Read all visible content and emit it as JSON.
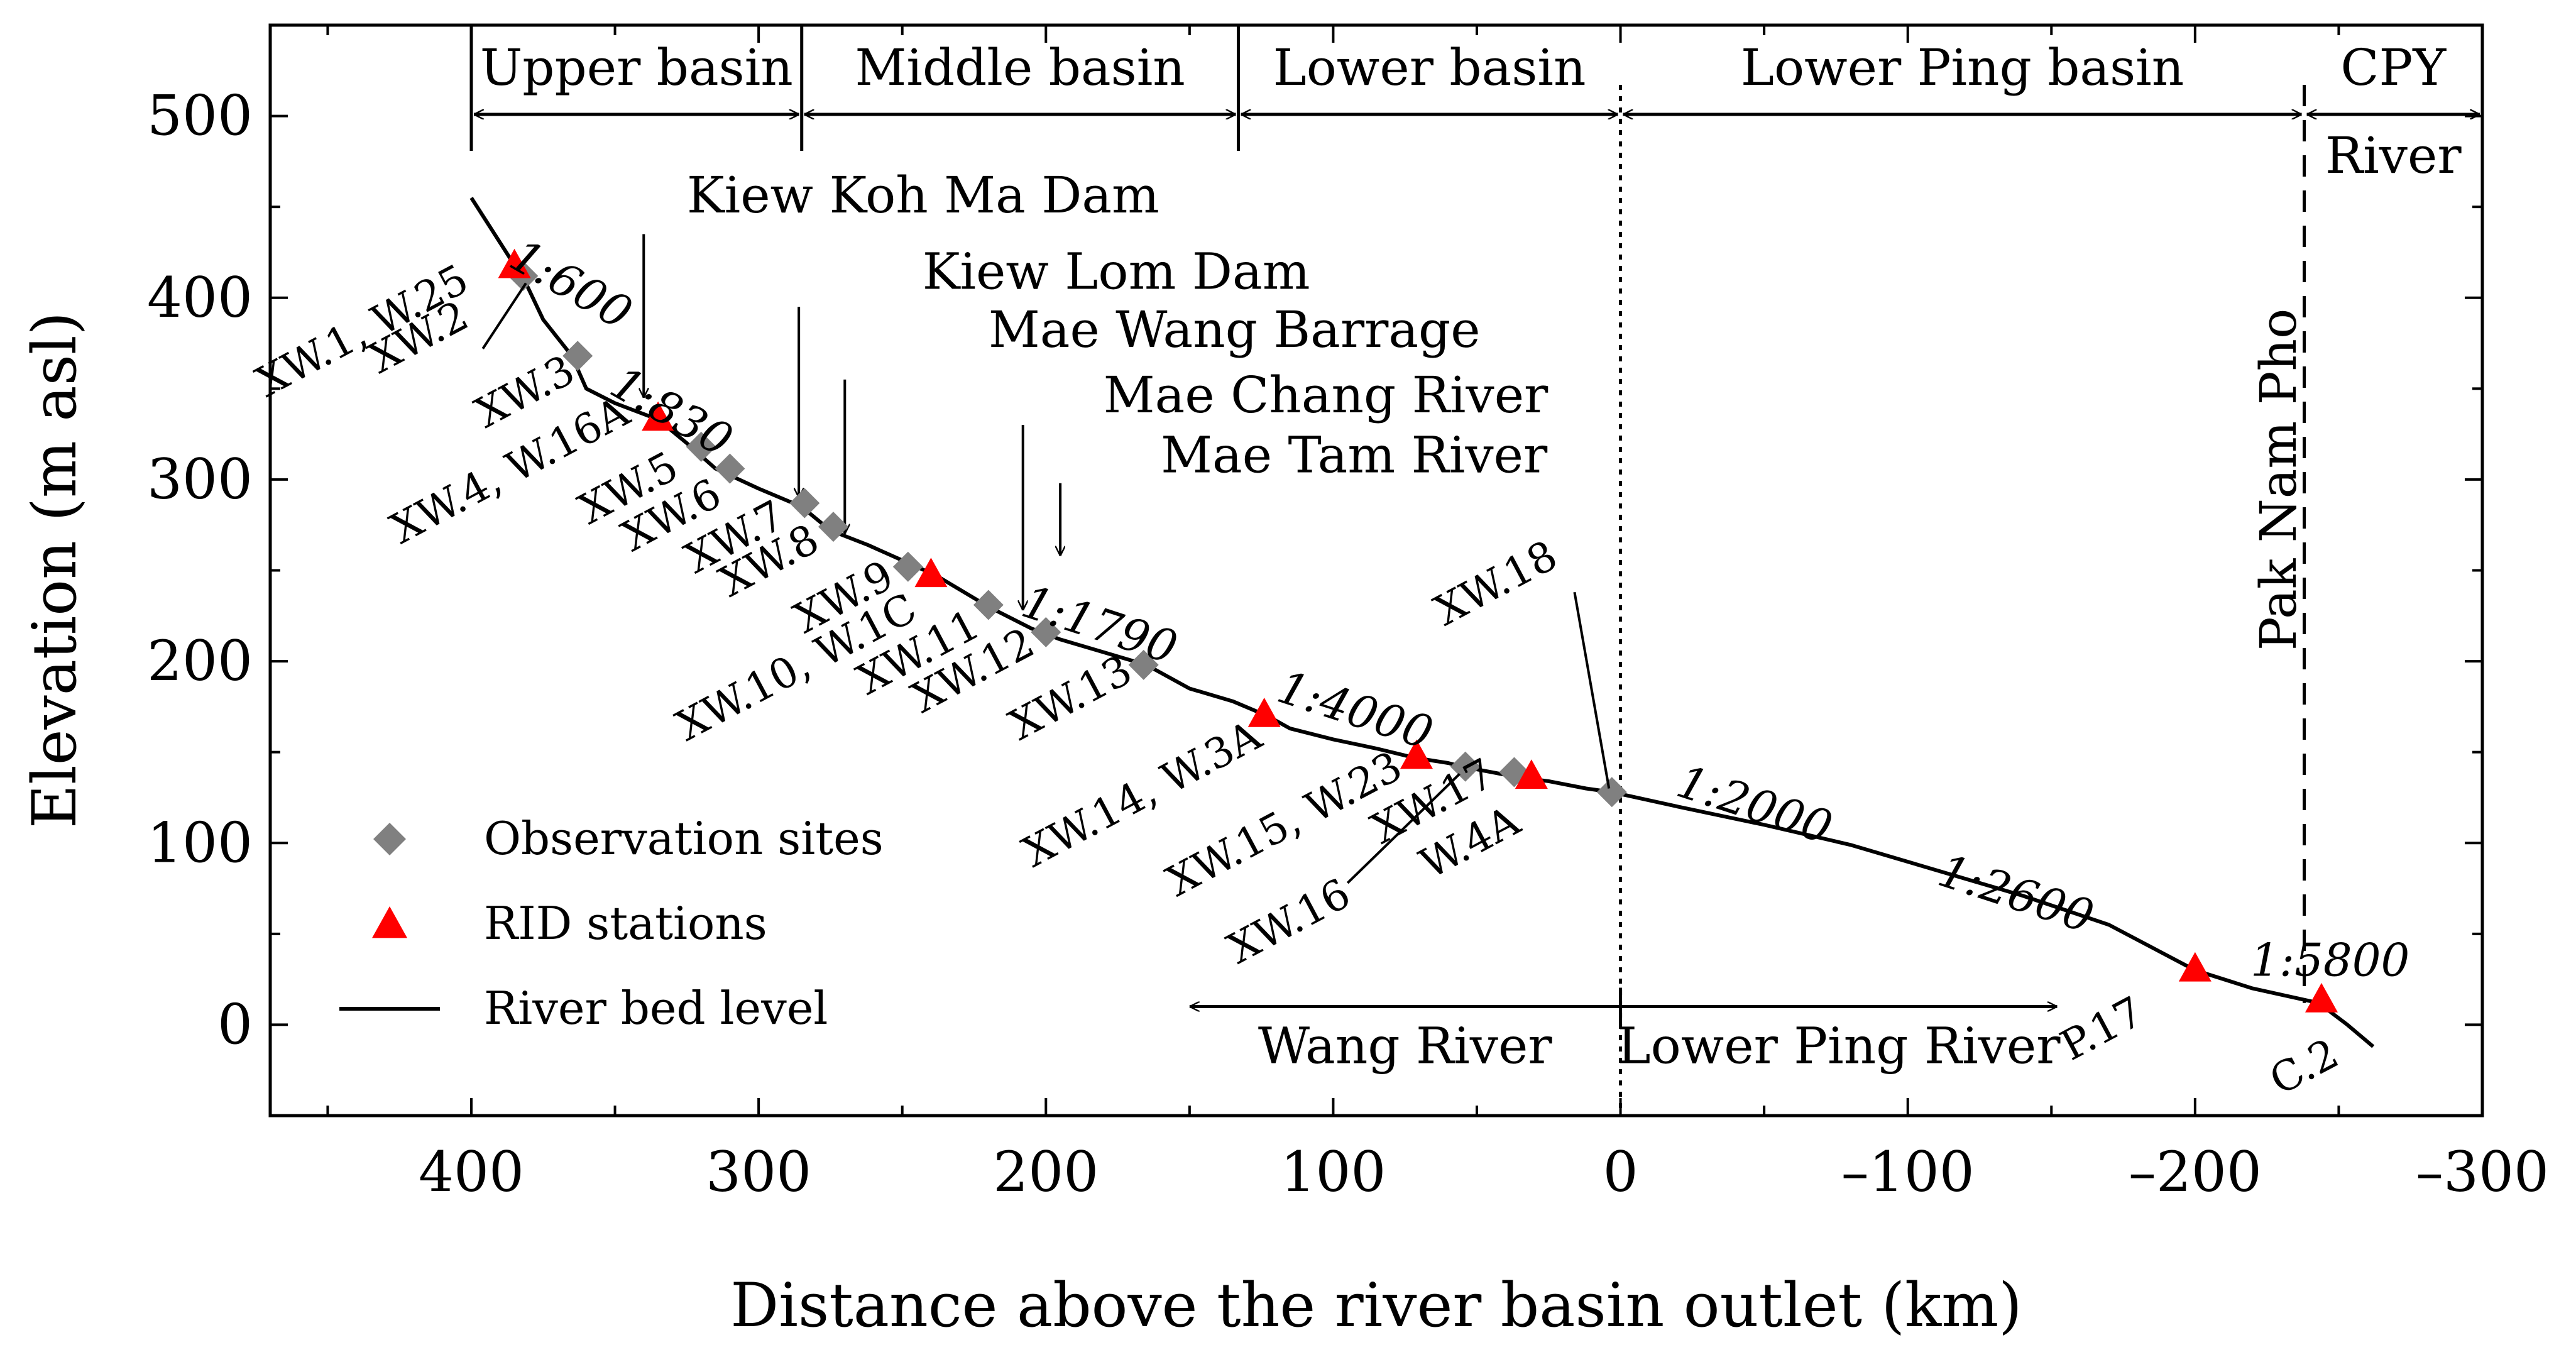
{
  "chart_data": {
    "type": "line",
    "title": "",
    "xlabel": "Distance above the river basin outlet (km)",
    "ylabel": "Elevation (m asl)",
    "xlim": [
      470,
      -300
    ],
    "x_reversed": true,
    "ylim": [
      -50,
      550
    ],
    "x_ticks": [
      400,
      300,
      200,
      100,
      0,
      -100,
      -200,
      -300
    ],
    "x_tick_labels": [
      "400",
      "300",
      "200",
      "100",
      "0",
      "–100",
      "–200",
      "–300"
    ],
    "y_ticks": [
      0,
      100,
      200,
      300,
      400,
      500
    ],
    "y_tick_labels": [
      "0",
      "100",
      "200",
      "300",
      "400",
      "500"
    ],
    "grid": false,
    "legend": {
      "placement": "bottom-left",
      "entries": [
        {
          "label": "Observation sites",
          "marker": "diamond",
          "color": "#808080"
        },
        {
          "label": "RID stations",
          "marker": "triangle",
          "color": "#ff0000"
        },
        {
          "label": "River bed level",
          "marker": "line",
          "color": "#000000"
        }
      ]
    },
    "series": [
      {
        "name": "River bed level",
        "type": "line",
        "color": "#000000",
        "points": [
          [
            400,
            455
          ],
          [
            385,
            418
          ],
          [
            381,
            408
          ],
          [
            375,
            388
          ],
          [
            365,
            368
          ],
          [
            360,
            350
          ],
          [
            350,
            342
          ],
          [
            335,
            333
          ],
          [
            325,
            320
          ],
          [
            315,
            306
          ],
          [
            300,
            295
          ],
          [
            285,
            285
          ],
          [
            275,
            272
          ],
          [
            262,
            264
          ],
          [
            245,
            252
          ],
          [
            238,
            247
          ],
          [
            220,
            230
          ],
          [
            205,
            218
          ],
          [
            195,
            212
          ],
          [
            180,
            205
          ],
          [
            165,
            198
          ],
          [
            150,
            185
          ],
          [
            135,
            178
          ],
          [
            123,
            170
          ],
          [
            115,
            163
          ],
          [
            100,
            157
          ],
          [
            85,
            152
          ],
          [
            72,
            147
          ],
          [
            60,
            144
          ],
          [
            55,
            142
          ],
          [
            45,
            139
          ],
          [
            35,
            136
          ],
          [
            25,
            134
          ],
          [
            12,
            130
          ],
          [
            3,
            128
          ],
          [
            -20,
            120
          ],
          [
            -50,
            110
          ],
          [
            -80,
            99
          ],
          [
            -110,
            85
          ],
          [
            -140,
            71
          ],
          [
            -170,
            55
          ],
          [
            -200,
            30
          ],
          [
            -220,
            20
          ],
          [
            -243,
            12
          ],
          [
            -253,
            0
          ],
          [
            -262,
            -12
          ]
        ]
      },
      {
        "name": "Observation sites",
        "type": "scatter",
        "marker": "diamond",
        "color": "#808080",
        "points": [
          [
            382,
            412
          ],
          [
            363,
            368
          ],
          [
            320,
            318
          ],
          [
            310,
            306
          ],
          [
            284,
            287
          ],
          [
            274,
            274
          ],
          [
            248,
            252
          ],
          [
            220,
            231
          ],
          [
            200,
            216
          ],
          [
            166,
            198
          ],
          [
            54,
            142
          ],
          [
            37,
            139
          ],
          [
            3,
            128
          ]
        ]
      },
      {
        "name": "RID stations",
        "type": "scatter",
        "marker": "triangle",
        "color": "#ff0000",
        "points": [
          [
            385,
            418
          ],
          [
            335,
            334
          ],
          [
            240,
            248
          ],
          [
            124,
            171
          ],
          [
            71,
            148
          ],
          [
            31,
            137
          ],
          [
            -200,
            31
          ],
          [
            -244,
            14
          ]
        ]
      }
    ],
    "site_labels": [
      {
        "text": "XW.1, W.25",
        "x": 400,
        "y": 405
      },
      {
        "text": "XW.2",
        "x": 400,
        "y": 385
      },
      {
        "text": "XW.3",
        "x": 363,
        "y": 355
      },
      {
        "text": "XW.4, W.16A",
        "x": 344,
        "y": 332
      },
      {
        "text": "XW.5",
        "x": 327,
        "y": 302
      },
      {
        "text": "XW.6",
        "x": 312,
        "y": 287
      },
      {
        "text": "XW.7",
        "x": 290,
        "y": 275
      },
      {
        "text": "XW.8",
        "x": 278,
        "y": 262
      },
      {
        "text": "XW.9",
        "x": 252,
        "y": 242
      },
      {
        "text": "XW.10, W.1C",
        "x": 244,
        "y": 224
      },
      {
        "text": "XW.11",
        "x": 222,
        "y": 215
      },
      {
        "text": "XW.12",
        "x": 203,
        "y": 205
      },
      {
        "text": "XW.13",
        "x": 169,
        "y": 190
      },
      {
        "text": "XW.14, W.3A",
        "x": 124,
        "y": 154
      },
      {
        "text": "XW.15, W.23",
        "x": 75,
        "y": 137
      },
      {
        "text": "XW.16",
        "x": 93,
        "y": 67
      },
      {
        "text": "XW.17",
        "x": 43,
        "y": 133
      },
      {
        "text": "W.4A",
        "x": 34,
        "y": 107
      },
      {
        "text": "XW.18",
        "x": 21,
        "y": 253
      },
      {
        "text": "P.17",
        "x": -183,
        "y": 2
      },
      {
        "text": "C.2",
        "x": -251,
        "y": -21
      }
    ],
    "slope_labels": [
      {
        "text": "1:600",
        "x": 368,
        "y": 400
      },
      {
        "text": "1:830",
        "x": 333,
        "y": 330
      },
      {
        "text": "1:1790",
        "x": 183,
        "y": 212
      },
      {
        "text": "1:4000",
        "x": 94,
        "y": 165
      },
      {
        "text": "1:2000",
        "x": -45,
        "y": 113
      },
      {
        "text": "1:2600",
        "x": -136,
        "y": 64
      },
      {
        "text": "1:5800",
        "x": -247,
        "y": 27
      }
    ],
    "annotations": [
      {
        "text": "Kiew Koh Ma Dam",
        "x": 325,
        "y": 447
      },
      {
        "text": "Kiew Lom Dam",
        "x": 243,
        "y": 405
      },
      {
        "text": "Mae Wang Barrage",
        "x": 220,
        "y": 373
      },
      {
        "text": "Mae Chang River",
        "x": 180,
        "y": 337
      },
      {
        "text": "Mae Tam River",
        "x": 160,
        "y": 304
      },
      {
        "text": "Pak Nam Pho",
        "x": -235,
        "y": 300
      }
    ],
    "regions": [
      {
        "text": "Upper basin",
        "from": 400,
        "to": 285
      },
      {
        "text": "Middle basin",
        "from": 285,
        "to": 133
      },
      {
        "text": "Lower basin",
        "from": 133,
        "to": 0
      },
      {
        "text": "Lower Ping basin",
        "from": 0,
        "to": -238
      },
      {
        "text": "CPY",
        "from": -238,
        "to": -300
      },
      {
        "text": "River",
        "from": -238,
        "to": -300
      }
    ],
    "rivers": [
      {
        "text": "Wang River",
        "from": 150,
        "to": 0
      },
      {
        "text": "Lower Ping River",
        "from": 0,
        "to": -152
      }
    ]
  }
}
